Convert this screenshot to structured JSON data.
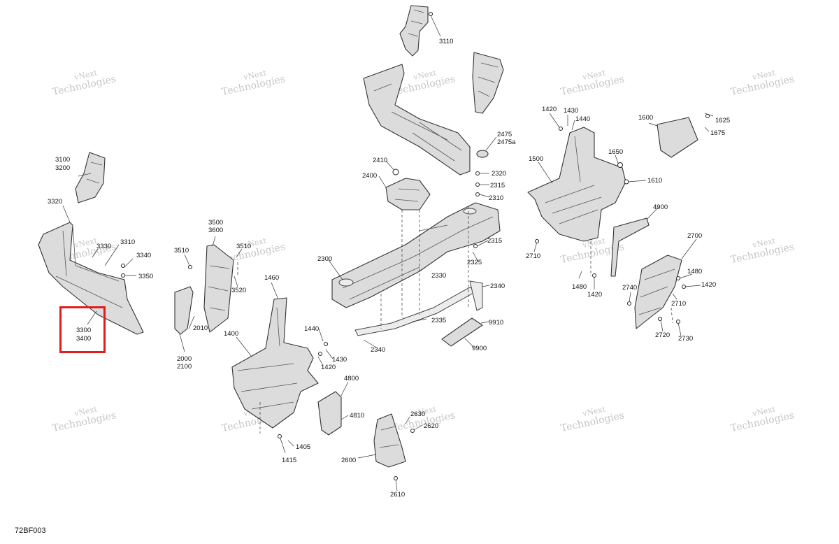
{
  "diagram": {
    "figure_code": "72BF003",
    "watermark": {
      "line1": "vNext",
      "line2": "Technologies"
    },
    "labels": {
      "l3110": "3110",
      "l3100": "3100",
      "l3200": "3200",
      "l3320": "3320",
      "l3330": "3330",
      "l3310": "3310",
      "l3340": "3340",
      "l3350": "3350",
      "l3300": "3300",
      "l3400": "3400",
      "l3500": "3500",
      "l3600": "3600",
      "l3510a": "3510",
      "l3510b": "3510",
      "l3520": "3520",
      "l2010": "2010",
      "l2000": "2000",
      "l2100": "2100",
      "l1460": "1460",
      "l1440a": "1440",
      "l1400": "1400",
      "l1430a": "1430",
      "l1420a": "1420",
      "l1405": "1405",
      "l1415": "1415",
      "l4800": "4800",
      "l4810": "4810",
      "l2630": "2630",
      "l2620": "2620",
      "l2600": "2600",
      "l2610": "2610",
      "l2475": "2475",
      "l2475a": "2475a",
      "l2410": "2410",
      "l2400": "2400",
      "l2320": "2320",
      "l2315a": "2315",
      "l2310": "2310",
      "l2300": "2300",
      "l2315b": "2315",
      "l2325": "2325",
      "l2330": "2330",
      "l2340a": "2340",
      "l2335": "2335",
      "l2340b": "2340",
      "l9910": "9910",
      "l9900": "9900",
      "l1420b": "1420",
      "l1430b": "1430",
      "l1440b": "1440",
      "l1500": "1500",
      "l1600": "1600",
      "l1625": "1625",
      "l1675": "1675",
      "l1650": "1650",
      "l1610": "1610",
      "l4900": "4900",
      "l2710a": "2710",
      "l1480a": "1480",
      "l1420c": "1420",
      "l2700": "2700",
      "l1480b": "1480",
      "l1420d": "1420",
      "l2740": "2740",
      "l2710b": "2710",
      "l2720": "2720",
      "l2730": "2730"
    }
  }
}
